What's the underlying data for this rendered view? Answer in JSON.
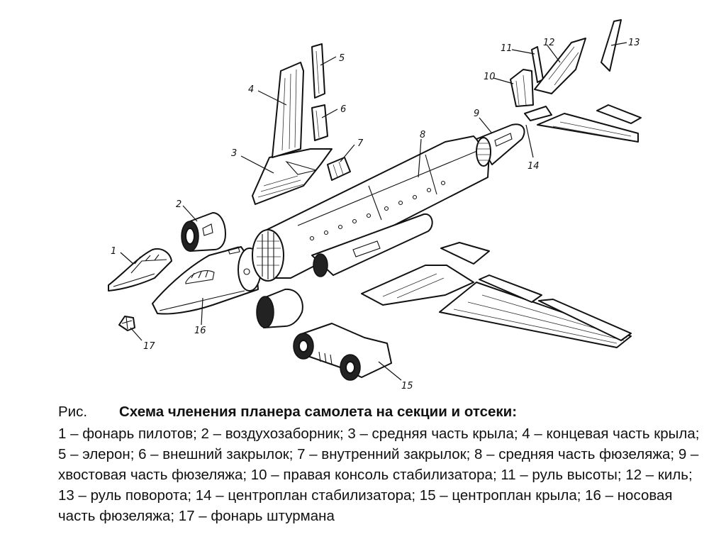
{
  "labels": [
    "1",
    "2",
    "3",
    "4",
    "5",
    "6",
    "7",
    "8",
    "9",
    "10",
    "11",
    "12",
    "13",
    "14",
    "15",
    "16",
    "17"
  ],
  "caption": {
    "fig": "Рис.",
    "title": "Схема членения планера самолета на секции и отсеки:",
    "text": " 1 – фонарь пилотов; 2 – воздухозаборник; 3 – средняя часть крыла; 4 – концевая часть крыла; 5 – элерон; 6 – внешний закрылок; 7 – внутренний закрылок; 8 – средняя часть фюзеляжа; 9 – хвостовая часть фюзеляжа; 10 – правая консоль стабилизатора; 11 – руль высоты; 12 – киль; 13 – руль поворота; 14 – центроплан стабилизатора; 15 – центроплан крыла; 16 – носовая часть фюзеляжа; 17 – фонарь штурмана"
  }
}
